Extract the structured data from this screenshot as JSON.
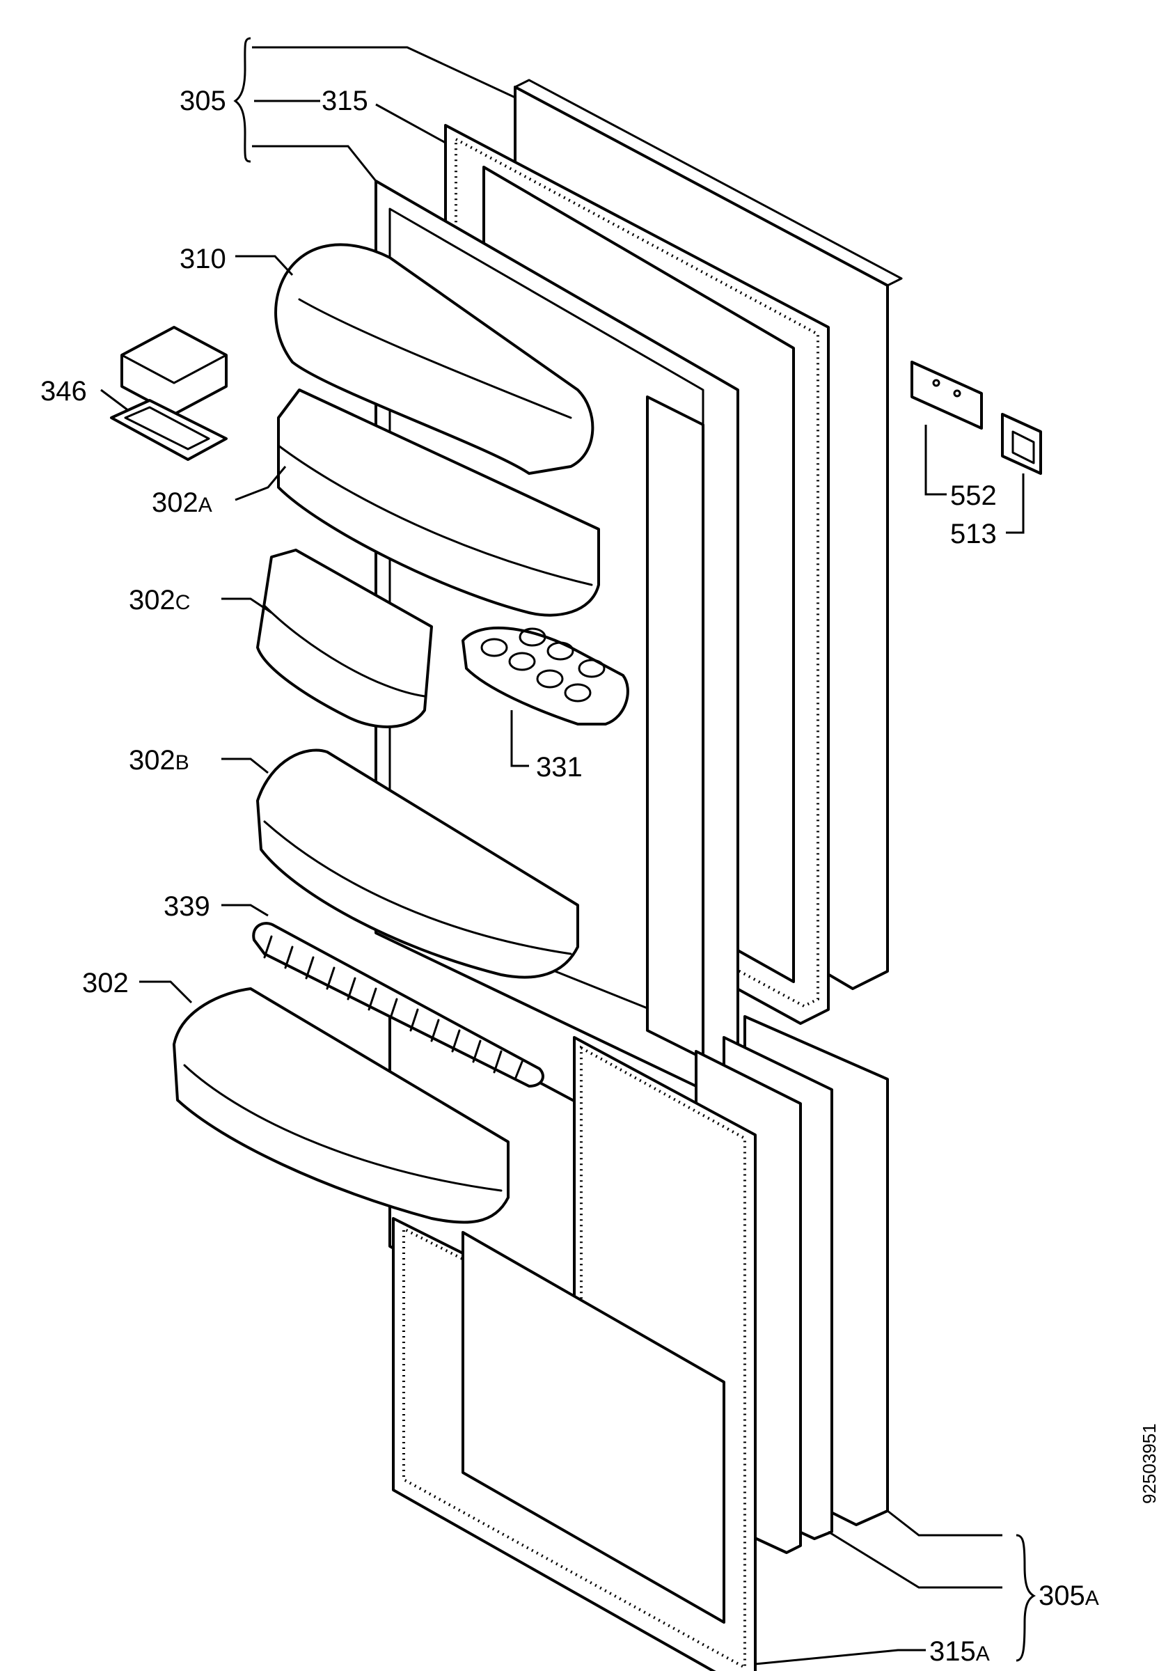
{
  "labels": {
    "l305": "305",
    "l315": "315",
    "l310": "310",
    "l346": "346",
    "l302a_num": "302",
    "l302a_suf": "A",
    "l302c_num": "302",
    "l302c_suf": "C",
    "l302b_num": "302",
    "l302b_suf": "B",
    "l331": "331",
    "l339": "339",
    "l302": "302",
    "l552": "552",
    "l513": "513",
    "l305a_num": "305",
    "l305a_suf": "A",
    "l315a_num": "315",
    "l315a_suf": "A"
  },
  "drawing_code": "92503951",
  "colors": {
    "ink": "#000000",
    "paper": "#ffffff"
  }
}
